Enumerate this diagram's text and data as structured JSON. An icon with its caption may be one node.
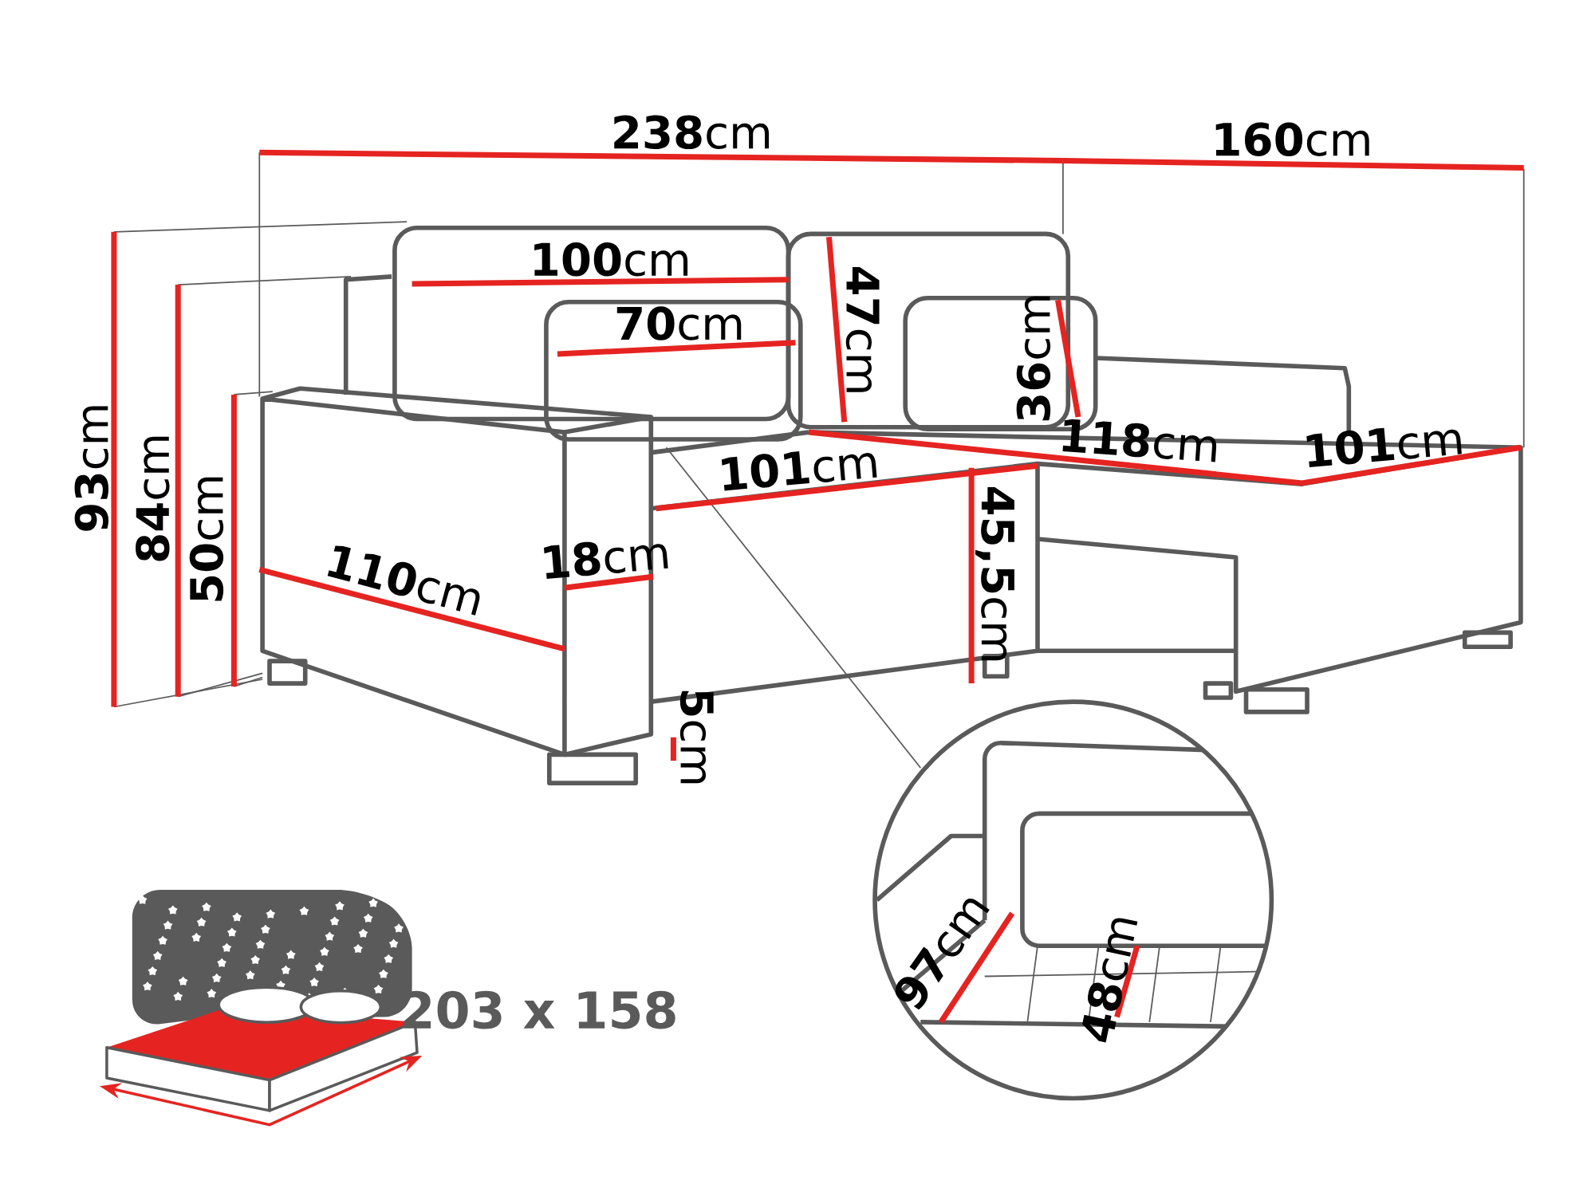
{
  "diagram": {
    "labels": [
      "**238**cm",
      "**160**cm",
      "**100**cm",
      "**47**cm",
      "**70**cm",
      "**36**cm",
      "**93**cm",
      "**84**cm",
      "**118**cm",
      "**101**cm",
      "**101**cm",
      "**50**cm",
      "**45,5**cm",
      "**18**cm",
      "**110**cm",
      "**5**cm",
      "**97**cm",
      "**48**cm",
      "203 x 158"
    ]
  }
}
